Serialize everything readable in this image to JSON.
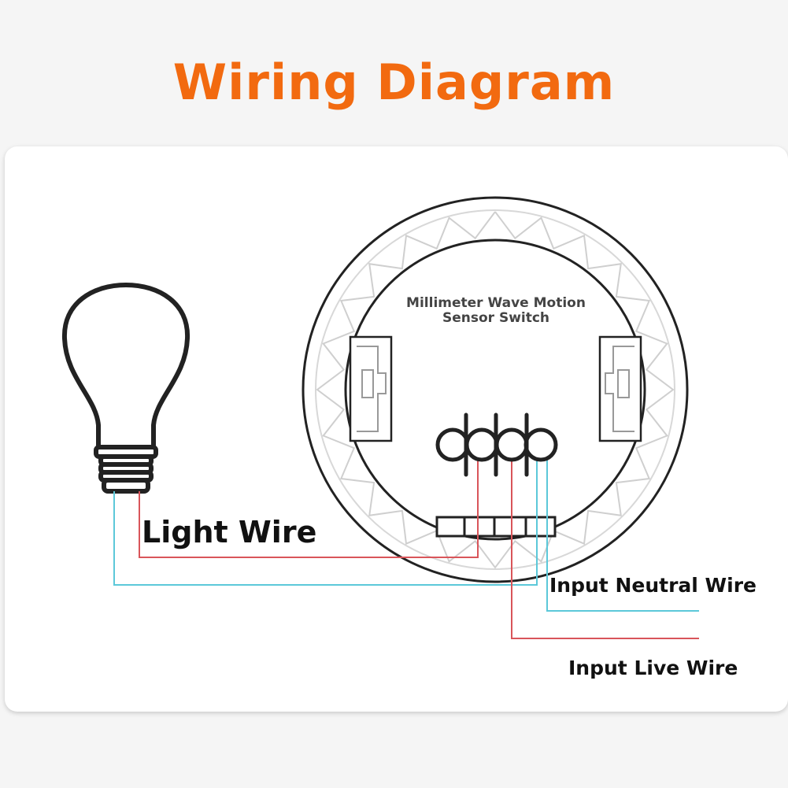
{
  "title": "Wiring Diagram",
  "colors": {
    "title": "#f26a10",
    "live_wire": "#d9555a",
    "neutral_wire": "#5cc8d9",
    "outline": "#222222",
    "ring_pattern": "#cfcfcf"
  },
  "device": {
    "label": "Millimeter Wave Motion Sensor Switch"
  },
  "labels": {
    "light_wire": "Light Wire",
    "input_neutral_wire": "Input Neutral Wire",
    "input_live_wire": "Input Live Wire"
  },
  "icons": [
    "light-bulb-icon",
    "sensor-switch-icon"
  ]
}
